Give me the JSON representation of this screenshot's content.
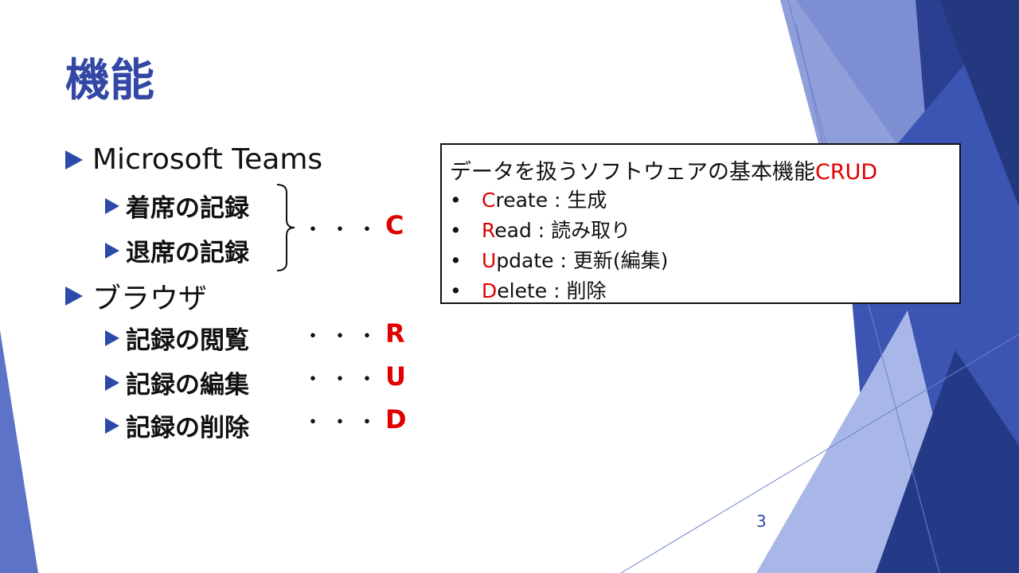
{
  "title": "機能",
  "bullets": {
    "teams": {
      "label": "Microsoft Teams",
      "items": [
        "着席の記録",
        "退席の記録"
      ],
      "dots": "・・・",
      "letter": "C"
    },
    "browser": {
      "label": "ブラウザ",
      "items": [
        {
          "label": "記録の閲覧",
          "dots": "・・・",
          "letter": "R"
        },
        {
          "label": "記録の編集",
          "dots": "・・・",
          "letter": "U"
        },
        {
          "label": "記録の削除",
          "dots": "・・・",
          "letter": "D"
        }
      ]
    }
  },
  "crud_box": {
    "title_prefix": "データを扱うソフトウェアの基本機能",
    "title_highlight": "CRUD",
    "items": [
      {
        "bullet": "•",
        "initial": "C",
        "rest": "reate : 生成"
      },
      {
        "bullet": "•",
        "initial": "R",
        "rest": "ead : 読み取り"
      },
      {
        "bullet": "•",
        "initial": "U",
        "rest": "pdate : 更新(編集)"
      },
      {
        "bullet": "•",
        "initial": "D",
        "rest": "elete : 削除"
      }
    ]
  },
  "page_number": "3",
  "colors": {
    "accent": "#2c4aa8",
    "title": "#3347a4",
    "highlight": "#e00000"
  }
}
